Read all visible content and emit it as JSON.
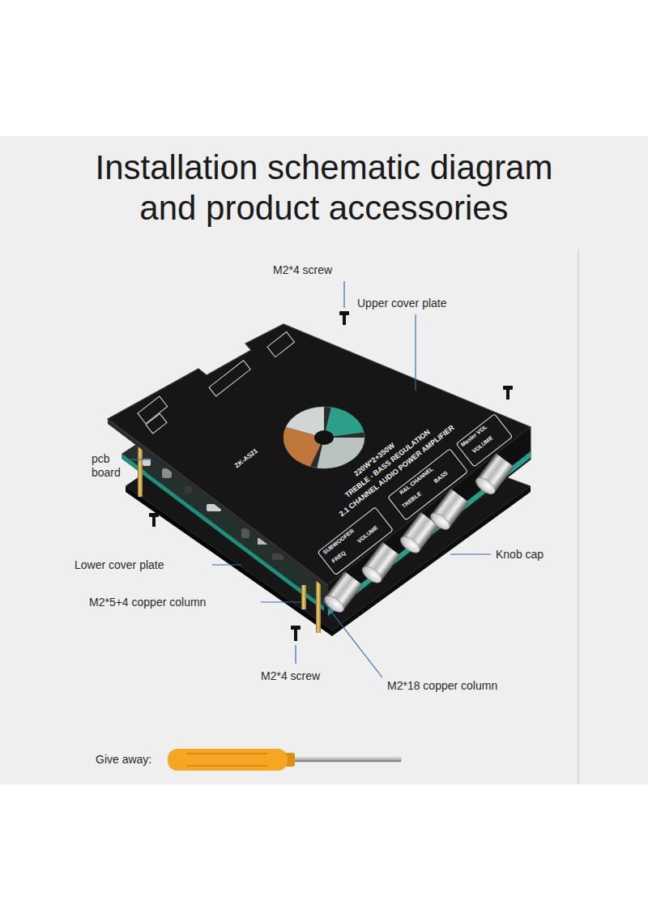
{
  "diagram": {
    "title": "Installation schematic diagram and product accessories",
    "labels": [
      "M2*4 screw",
      "Upper cover plate",
      "ZK-AS21",
      "220W*2+350W",
      "TREBLE - BASS REGULATION",
      "2.1 CHANNEL AUDIO POWER AMPLIFIER",
      "SUBWOOFER",
      "FREQ",
      "VOLUME",
      "R&L CHANNEL",
      "TREBLE",
      "BASS",
      "Master VOL",
      "VOLUME",
      "pcb board",
      "Lower cover plate",
      "M2*5+4 copper column",
      "Knob cap",
      "M2*4 screw",
      "M2*18 copper column",
      "Give away:"
    ]
  }
}
